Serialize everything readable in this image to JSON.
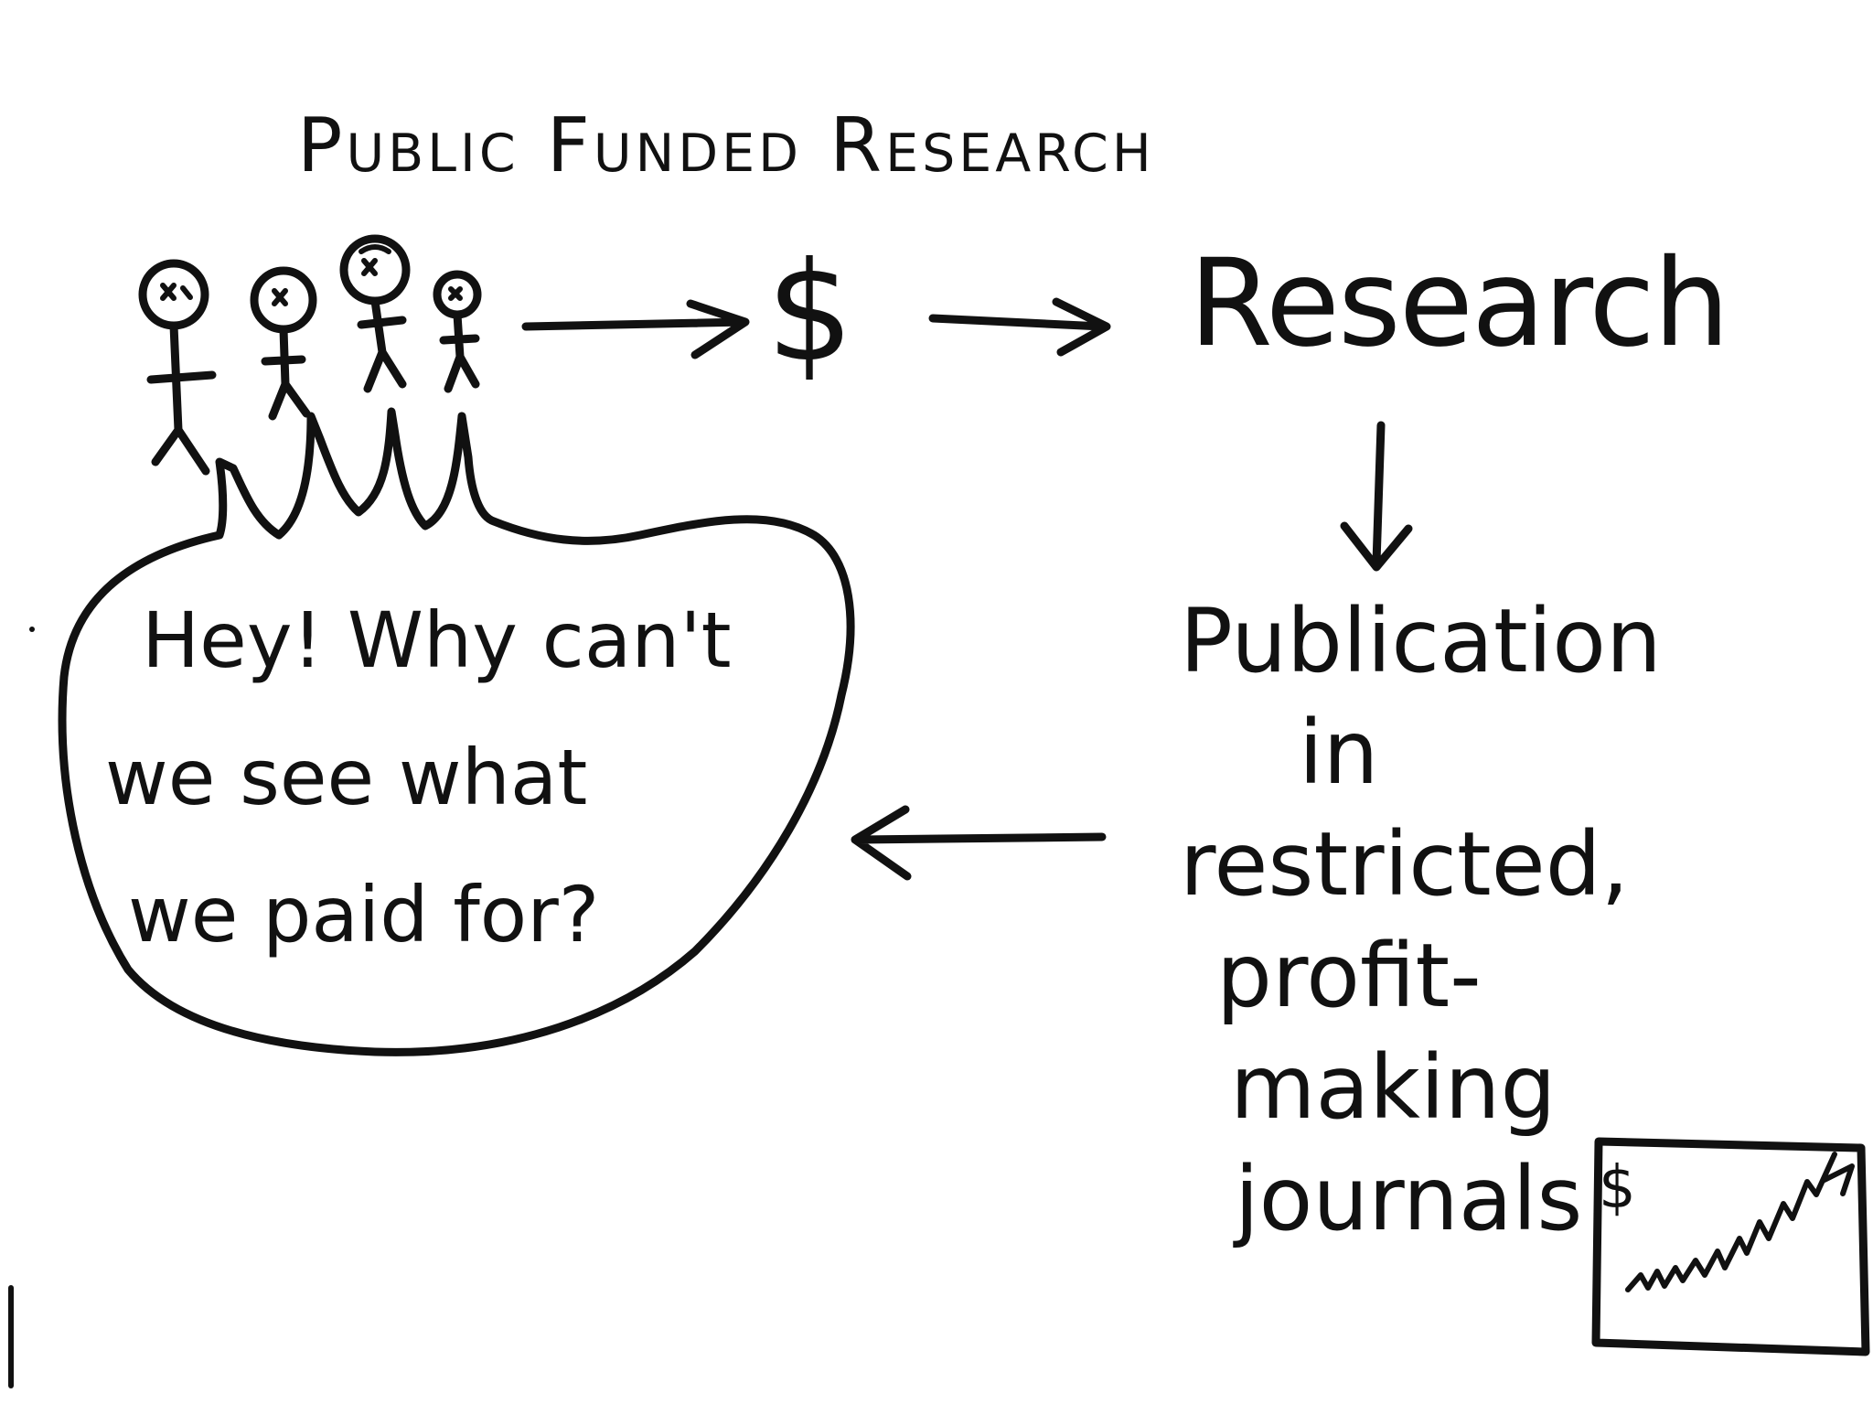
{
  "title": "Public Funded Research",
  "flow": {
    "money_symbol": "$",
    "research_label": "Research",
    "publication_lines": [
      "Publication",
      "in",
      "restricted,",
      "profit-",
      "making",
      "journals"
    ]
  },
  "speech_bubble": {
    "lines": [
      "Hey! Why can't",
      "we see what",
      "we paid for?"
    ]
  },
  "profit_chart": {
    "currency_symbol": "$",
    "trend": "rising"
  },
  "colors": {
    "ink": "#111111",
    "paper": "#ffffff"
  }
}
